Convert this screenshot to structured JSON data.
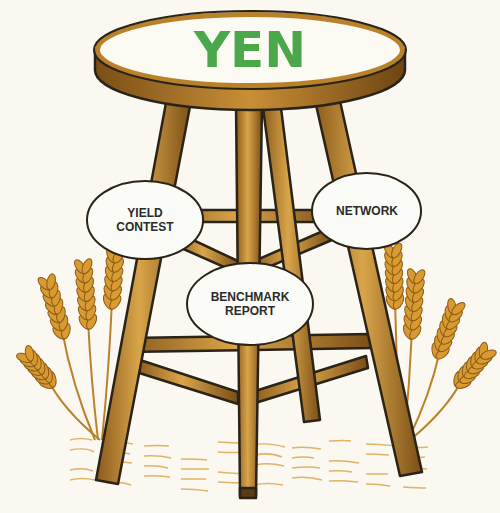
{
  "diagram": {
    "nodes": [
      {
        "text": [
          "YEN"
        ]
      },
      {
        "text": [
          "YIELD CONTEST"
        ]
      },
      {
        "text": [
          "NETWORK"
        ]
      },
      {
        "text": [
          "BENCHMARK REPORT"
        ]
      }
    ]
  }
}
